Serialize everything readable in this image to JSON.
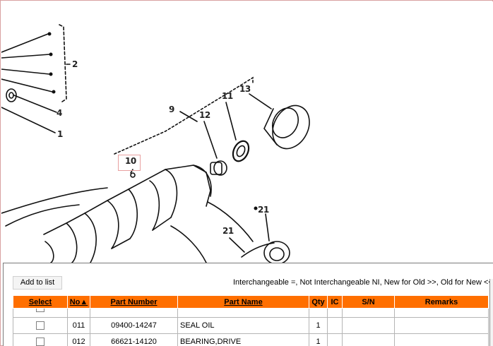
{
  "diagram": {
    "callouts": [
      {
        "id": "2",
        "label": "2"
      },
      {
        "id": "4",
        "label": "4"
      },
      {
        "id": "1",
        "label": "1"
      },
      {
        "id": "9",
        "label": "9"
      },
      {
        "id": "11",
        "label": "11"
      },
      {
        "id": "12",
        "label": "12"
      },
      {
        "id": "13",
        "label": "13"
      },
      {
        "id": "10",
        "label": "10"
      },
      {
        "id": "21a",
        "label": "21"
      },
      {
        "id": "21b",
        "label": "21"
      }
    ]
  },
  "panel": {
    "add_to_list_label": "Add to list",
    "legend": "Interchangeable =, Not Interchangeable NI, New for Old >>, Old for New <<"
  },
  "table": {
    "headers": {
      "select": "Select",
      "no": "No▲",
      "part_number": "Part Number",
      "part_name": "Part Name",
      "qty": "Qty",
      "ic": "IC",
      "sn": "S/N",
      "remarks": "Remarks"
    },
    "rows": [
      {
        "no": "011",
        "part_number": "09400-14247",
        "part_name": "SEAL OIL",
        "qty": "1",
        "ic": "",
        "sn": "",
        "remarks": ""
      },
      {
        "no": "012",
        "part_number": "66621-14120",
        "part_name": "BEARING,DRIVE",
        "qty": "1",
        "ic": "",
        "sn": "",
        "remarks": ""
      }
    ]
  },
  "colors": {
    "header_bg": "#ff6f00",
    "highlight_border": "#e8a0a0"
  }
}
